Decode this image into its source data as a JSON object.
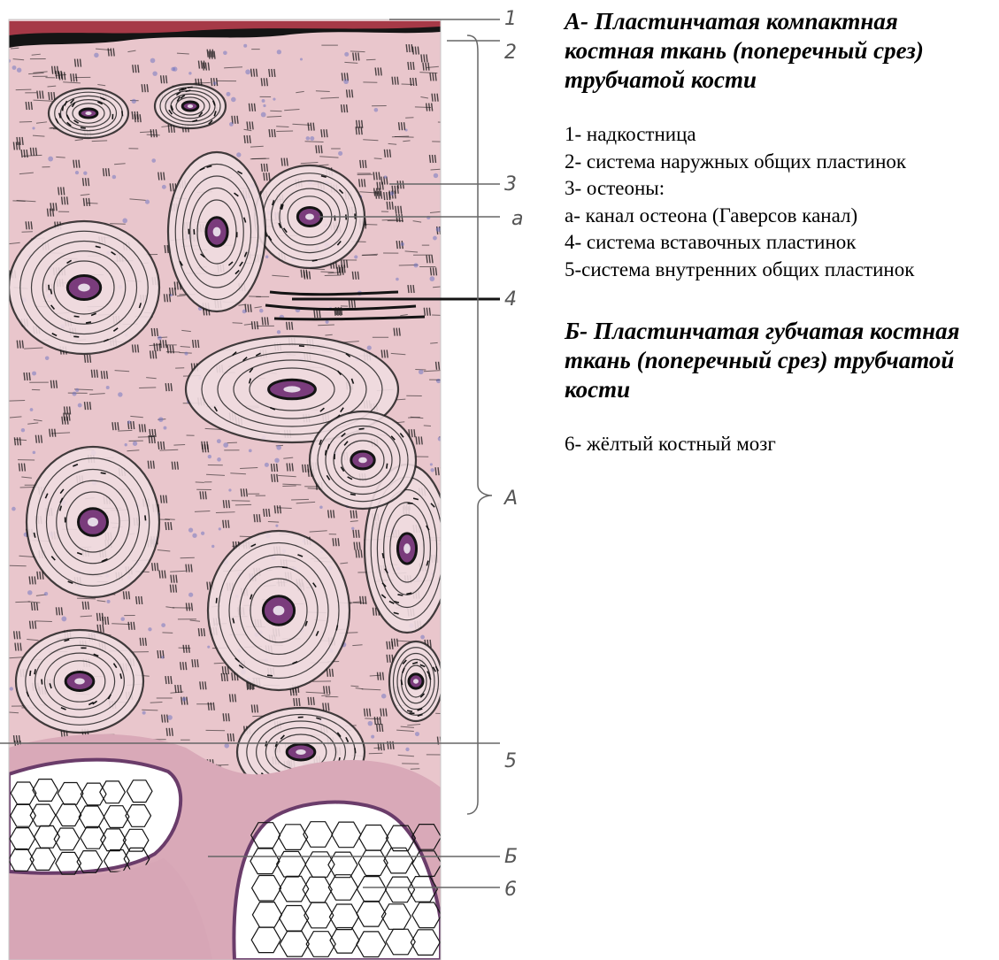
{
  "figure": {
    "callouts": [
      {
        "id": "1",
        "label": "1"
      },
      {
        "id": "2",
        "label": "2"
      },
      {
        "id": "3",
        "label": "3"
      },
      {
        "id": "a",
        "label": "a"
      },
      {
        "id": "4",
        "label": "4"
      },
      {
        "id": "A",
        "label": "A"
      },
      {
        "id": "5",
        "label": "5"
      },
      {
        "id": "B",
        "label": "Б"
      },
      {
        "id": "6",
        "label": "6"
      }
    ],
    "colors": {
      "tissue": "#e9c6cc",
      "tissue_light": "#f0dbe0",
      "periosteum": "#c04050",
      "stain_blue": "#6a6fc0",
      "ink": "#141414",
      "canal": "#7a3c7c",
      "marrow": "#ffffff"
    }
  },
  "legend": {
    "section_a": {
      "title": "А- Пластинчатая компактная костная ткань (поперечный срез) трубчатой кости",
      "items": [
        "1- надкостница",
        "2- система наружных общих пластинок",
        "3- остеоны:",
        "а- канал остеона (Гаверсов канал)",
        "4- система вставочных пластинок",
        "5-система внутренних общих пластинок"
      ]
    },
    "section_b": {
      "title": "Б- Пластинчатая губчатая костная ткань (поперечный срез) трубчатой кости",
      "items": [
        "6- жёлтый костный мозг"
      ]
    }
  }
}
